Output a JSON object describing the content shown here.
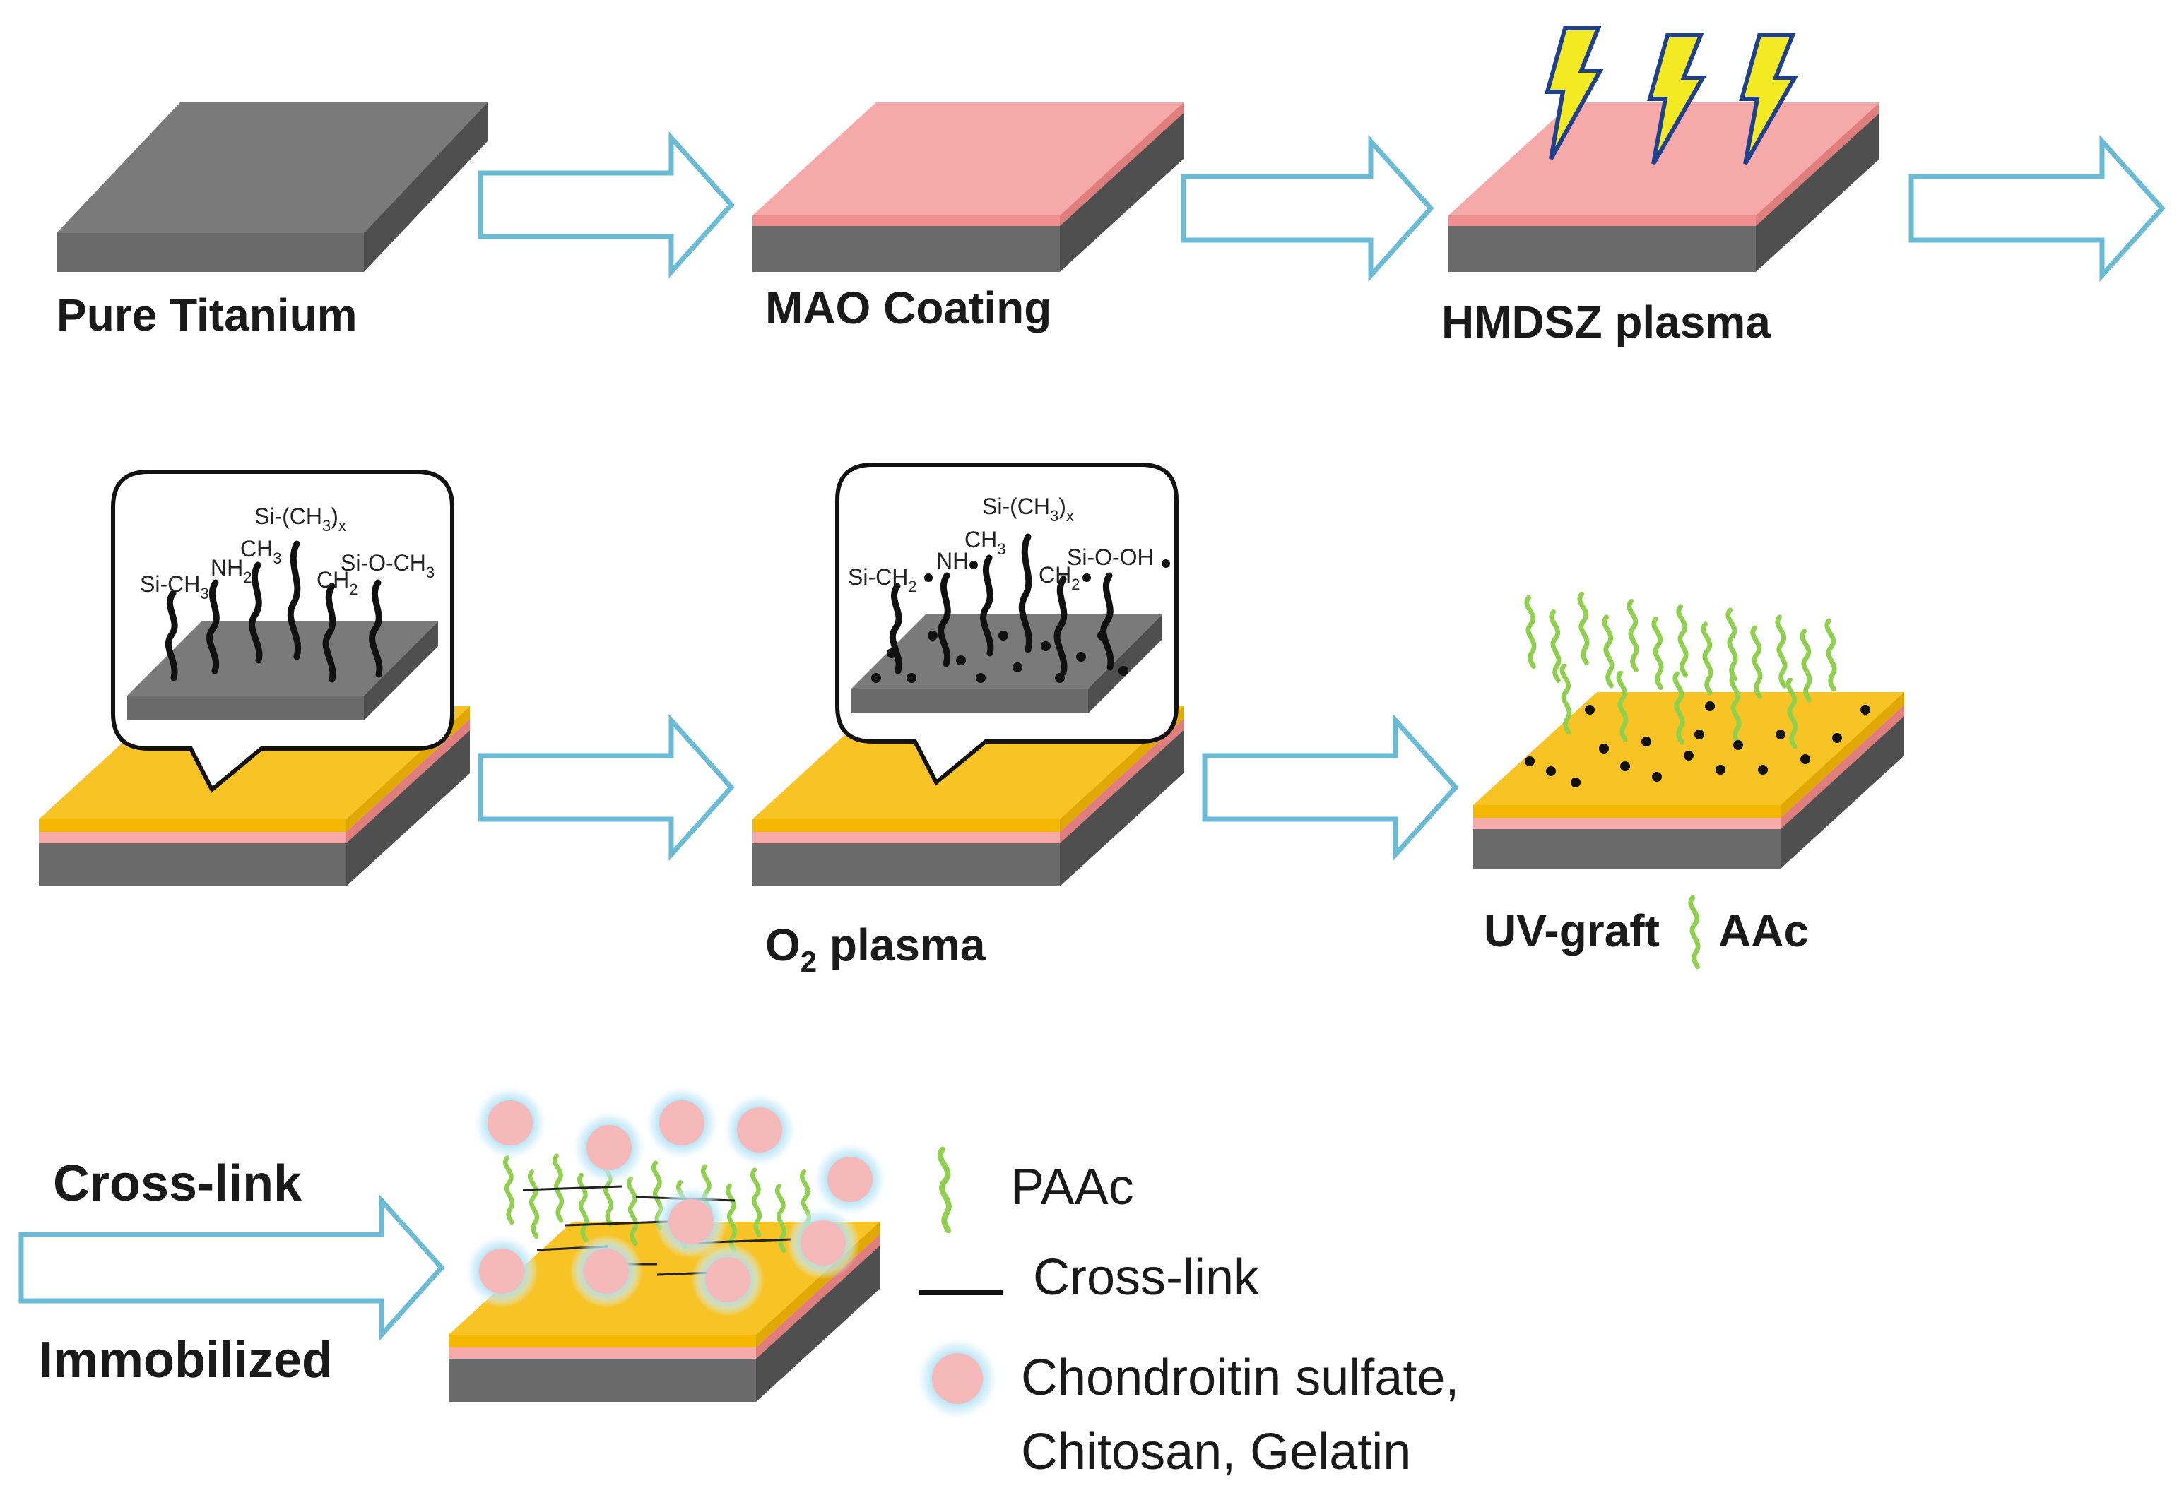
{
  "stages": {
    "pure_titanium": "Pure Titanium",
    "mao_coating": "MAO Coating",
    "hmdsz_plasma": "HMDSZ plasma",
    "o2_plasma_main": "O",
    "o2_plasma_sub": "2",
    "o2_plasma_rest": " plasma",
    "uv_graft_left": "UV-graft",
    "uv_graft_right": "AAc"
  },
  "crosslink_step": {
    "top_label": "Cross-link",
    "bottom_label": "Immobilized"
  },
  "callout_hmdsz": {
    "si_ch3": "Si-CH",
    "si_ch3_sub": "3",
    "nh2": "NH",
    "nh2_sub": "2",
    "ch3": "CH",
    "ch3_sub": "3",
    "si_ch3x": "Si-(CH",
    "si_ch3x_sub": "3",
    "si_ch3x_close": ")",
    "si_ch3x_x": "x",
    "ch2": "CH",
    "ch2_sub": "2",
    "si_o_ch3": "Si-O-CH",
    "si_o_ch3_sub": "3"
  },
  "callout_o2": {
    "si_ch2": "Si-CH",
    "si_ch2_sub": "2",
    "nh": "NH",
    "ch3": "CH",
    "ch3_sub": "3",
    "si_ch3x": "Si-(CH",
    "si_ch3x_sub": "3",
    "si_ch3x_close": ")",
    "si_ch3x_x": "x",
    "ch2": "CH",
    "ch2_sub": "2",
    "si_o_oh": "Si-O-OH"
  },
  "legend": {
    "paac": "PAAc",
    "crosslink": "Cross-link",
    "biomolecules_line1": "Chondroitin sulfate,",
    "biomolecules_line2": "Chitosan, Gelatin"
  },
  "colors": {
    "titanium": "#7a7a7a",
    "mao": "#f5a9a9",
    "plasma_film": "#f7c325",
    "arrow_outline": "#6bbad6",
    "paac": "#8fd14f",
    "bio_particle": "#f6b9b9",
    "bio_glow": "#a8dcf2",
    "lightning": "#f3ea24"
  },
  "icons": {
    "lightning": "lightning-bolt-icon",
    "paac": "paac-chain-icon",
    "crosslink": "crosslink-line-icon",
    "biomolecule": "biomolecule-particle-icon"
  }
}
